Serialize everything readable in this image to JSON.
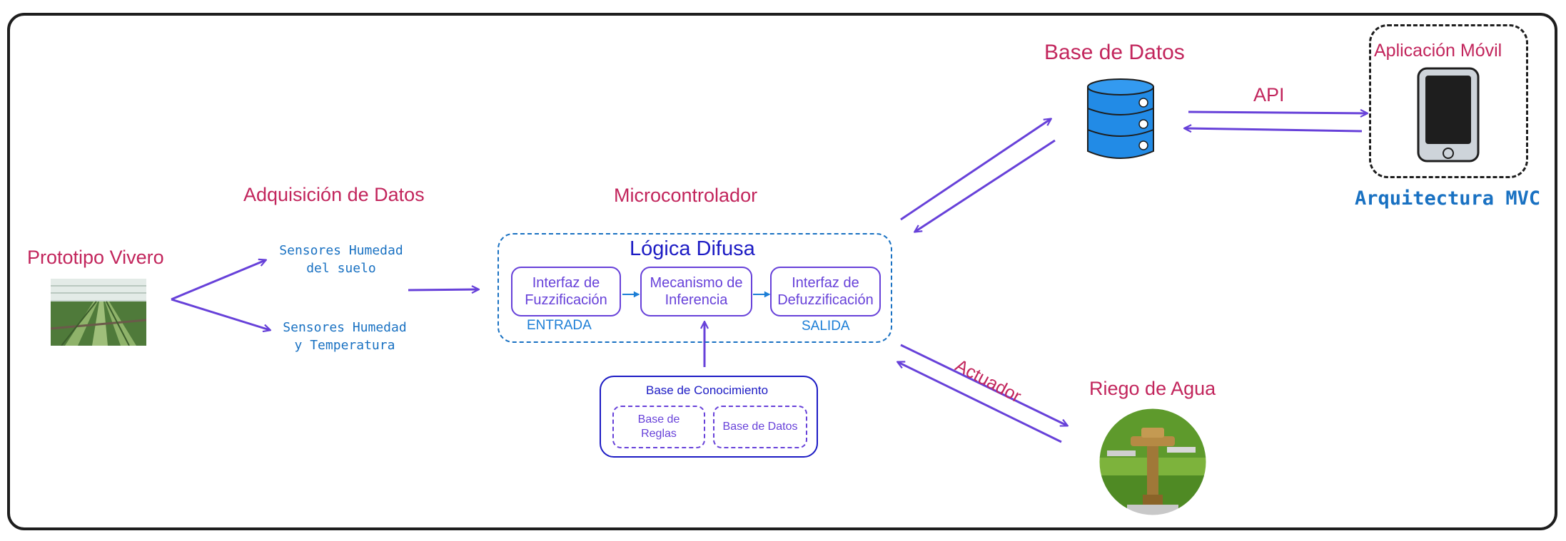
{
  "colors": {
    "title_red": "#c2255c",
    "mono_blue": "#1971c2",
    "purple": "#6741d9",
    "dark_blue": "#1c1bc4"
  },
  "prototype": {
    "title": "Prototipo Vivero",
    "image_icon": "greenhouse-photo"
  },
  "acquisition": {
    "title": "Adquisición de Datos",
    "sensor1": [
      "Sensores Humedad",
      "del suelo"
    ],
    "sensor2": [
      "Sensores Humedad",
      "y Temperatura"
    ]
  },
  "micro": {
    "title": "Microcontrolador",
    "fuzzy_title": "Lógica Difusa",
    "fuzzification": [
      "Interfaz de",
      "Fuzzificación"
    ],
    "inference": [
      "Mecanismo de",
      "Inferencia"
    ],
    "defuzzification": [
      "Interfaz de",
      "Defuzzificación"
    ],
    "input_label": "ENTRADA",
    "output_label": "SALIDA"
  },
  "knowledge": {
    "title": "Base de Conocimiento",
    "rules": [
      "Base de",
      "Reglas"
    ],
    "database": "Base de Datos"
  },
  "database": {
    "title": "Base de Datos",
    "icon": "database-icon"
  },
  "api_label": "API",
  "mobile": {
    "title": "Aplicación Móvil",
    "icon": "smartphone-icon",
    "architecture": "Arquitectura MVC"
  },
  "actuator_label": "Actuador",
  "irrigation": {
    "title": "Riego de Agua",
    "icon": "sprinkler-photo"
  }
}
